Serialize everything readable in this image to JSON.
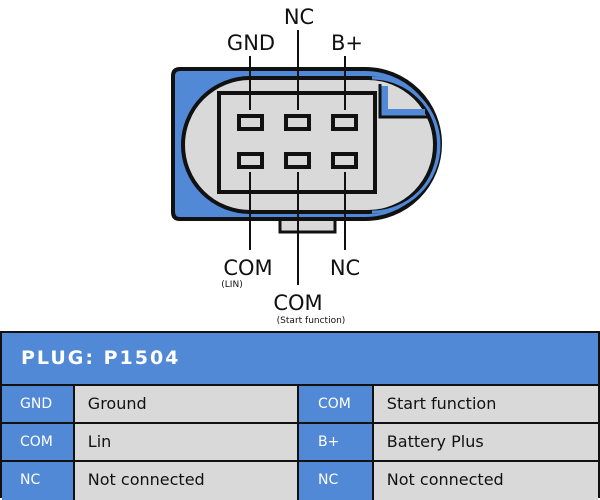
{
  "diagram": {
    "top_labels": [
      "GND",
      "NC",
      "B+"
    ],
    "bottom_labels": [
      {
        "label": "COM",
        "sub": "(LIN)"
      },
      {
        "label": "COM",
        "sub": "(Start function)"
      },
      {
        "label": "NC",
        "sub": ""
      }
    ],
    "colors": {
      "blue": "#5289d6",
      "gray": "#d9d9d9",
      "outline": "#111111"
    }
  },
  "table": {
    "title": "PLUG: P1504",
    "rows": [
      [
        {
          "code": "GND",
          "desc": "Ground"
        },
        {
          "code": "COM",
          "desc": "Start function"
        }
      ],
      [
        {
          "code": "COM",
          "desc": "Lin"
        },
        {
          "code": "B+",
          "desc": "Battery Plus"
        }
      ],
      [
        {
          "code": "NC",
          "desc": "Not connected"
        },
        {
          "code": "NC",
          "desc": "Not connected"
        }
      ]
    ]
  }
}
